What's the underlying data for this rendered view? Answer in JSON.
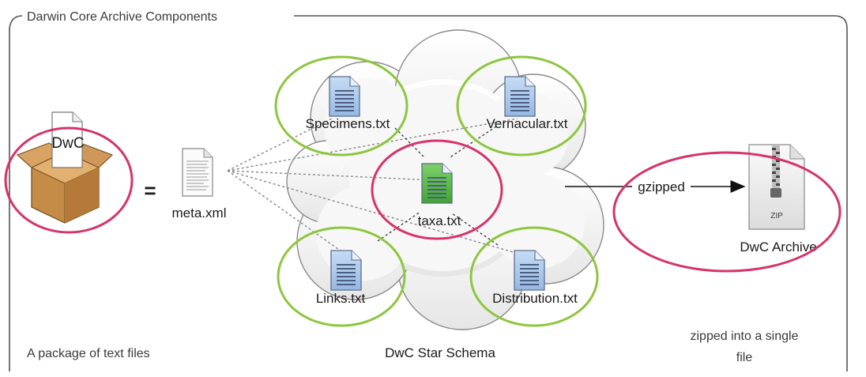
{
  "diagram": {
    "group_title": "Darwin Core Archive Components",
    "package": {
      "dwc_label": "DwC",
      "equals": "=",
      "meta_label": "meta.xml",
      "caption": "A package of text files"
    },
    "star": {
      "caption": "DwC Star Schema",
      "core": "taxa.txt",
      "extensions": [
        "Specimens.txt",
        "Vernacular.txt",
        "Links.txt",
        "Distribution.txt"
      ]
    },
    "archive": {
      "arrow_label": "gzipped",
      "zip_text": "ZIP",
      "label": "DwC Archive",
      "caption_line1": "zipped into a single",
      "caption_line2": "file"
    },
    "colors": {
      "highlight_core": "#d6336c",
      "highlight_extension": "#8dc63f",
      "doc_blue": "#a9c6ea",
      "doc_green": "#5db848"
    }
  }
}
